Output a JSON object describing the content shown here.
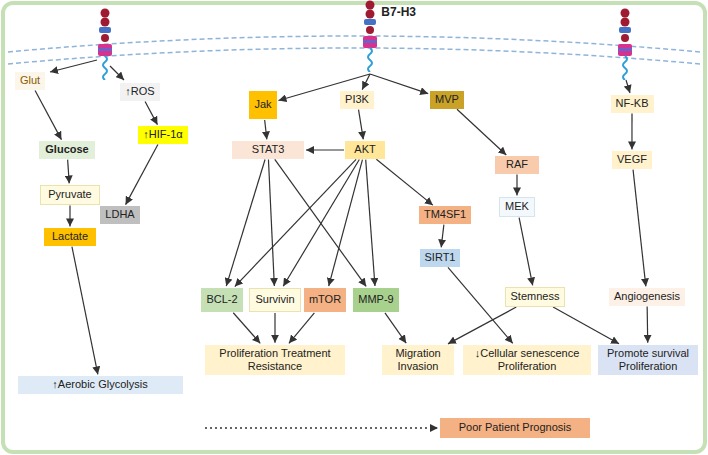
{
  "diagram": {
    "nodes": [
      {
        "text": [
          "B7-H3"
        ]
      },
      {
        "text": [
          "Glut"
        ]
      },
      {
        "text": [
          "↑ROS"
        ]
      },
      {
        "text": [
          "Jak"
        ]
      },
      {
        "text": [
          "PI3K"
        ]
      },
      {
        "text": [
          "MVP"
        ]
      },
      {
        "text": [
          "STAT3"
        ]
      },
      {
        "text": [
          "AKT"
        ]
      },
      {
        "text": [
          "NF-KB"
        ]
      },
      {
        "text": [
          "RAF"
        ]
      },
      {
        "text": [
          "Glucose"
        ]
      },
      {
        "text": [
          "MEK"
        ]
      },
      {
        "text": [
          "TM4SF1"
        ]
      },
      {
        "text": [
          "VEGF"
        ]
      },
      {
        "text": [
          "↑HIF-1α"
        ]
      },
      {
        "text": [
          "Pyruvate"
        ]
      },
      {
        "text": [
          "SIRT1"
        ]
      },
      {
        "text": [
          "LDHA"
        ]
      },
      {
        "text": [
          "BCL-2"
        ]
      },
      {
        "text": [
          "Survivin"
        ]
      },
      {
        "text": [
          "mTOR"
        ]
      },
      {
        "text": [
          "MMP-9"
        ]
      },
      {
        "text": [
          "Stemness"
        ]
      },
      {
        "text": [
          "Angiogenesis"
        ]
      },
      {
        "text": [
          "Lactate"
        ]
      },
      {
        "text": [
          "Promote survival Proliferation"
        ]
      },
      {
        "text": [
          "Proliferation Treatment Resistance"
        ]
      },
      {
        "text": [
          "Migration Invasion"
        ]
      },
      {
        "text": [
          "↓Cellular senescence Proliferation"
        ]
      },
      {
        "text": [
          "↑Aerobic Glycolysis"
        ]
      },
      {
        "text": [
          "Poor Patient Prognosis"
        ]
      }
    ],
    "edges": [
      {
        "from": 0,
        "to": 3,
        "arrow": "to"
      },
      {
        "from": 0,
        "to": 4,
        "arrow": "to"
      },
      {
        "from": 0,
        "to": 5,
        "arrow": "to"
      },
      {
        "from": 1,
        "to": 10,
        "arrow": "to"
      },
      {
        "from": 2,
        "to": 14,
        "arrow": "to"
      },
      {
        "from": 3,
        "to": 6,
        "arrow": "to"
      },
      {
        "from": 4,
        "to": 7,
        "arrow": "to"
      },
      {
        "from": 5,
        "to": 9,
        "arrow": "to"
      },
      {
        "from": 7,
        "to": 6,
        "arrow": "to"
      },
      {
        "from": 6,
        "to": 18,
        "arrow": "to"
      },
      {
        "from": 6,
        "to": 19,
        "arrow": "to"
      },
      {
        "from": 6,
        "to": 21,
        "arrow": "to"
      },
      {
        "from": 7,
        "to": 18,
        "arrow": "to"
      },
      {
        "from": 7,
        "to": 19,
        "arrow": "to"
      },
      {
        "from": 7,
        "to": 20,
        "arrow": "to"
      },
      {
        "from": 7,
        "to": 21,
        "arrow": "to"
      },
      {
        "from": 7,
        "to": 12,
        "arrow": "to"
      },
      {
        "from": 8,
        "to": 13,
        "arrow": "to"
      },
      {
        "from": 9,
        "to": 11,
        "arrow": "to"
      },
      {
        "from": 10,
        "to": 15,
        "arrow": "to"
      },
      {
        "from": 11,
        "to": 22,
        "arrow": "to"
      },
      {
        "from": 12,
        "to": 16,
        "arrow": "to"
      },
      {
        "from": 13,
        "to": 23,
        "arrow": "to"
      },
      {
        "from": 14,
        "to": 17,
        "arrow": "to"
      },
      {
        "from": 15,
        "to": 24,
        "arrow": "to"
      },
      {
        "from": 16,
        "to": 28,
        "arrow": "to"
      },
      {
        "from": 18,
        "to": 26,
        "arrow": "to"
      },
      {
        "from": 19,
        "to": 26,
        "arrow": "to"
      },
      {
        "from": 20,
        "to": 26,
        "arrow": "to"
      },
      {
        "from": 21,
        "to": 27,
        "arrow": "to"
      },
      {
        "from": 22,
        "to": 27,
        "arrow": "to"
      },
      {
        "from": 22,
        "to": 25,
        "arrow": "to"
      },
      {
        "from": 23,
        "to": 25,
        "arrow": "to"
      },
      {
        "from": 24,
        "to": 29,
        "arrow": "to"
      }
    ]
  }
}
